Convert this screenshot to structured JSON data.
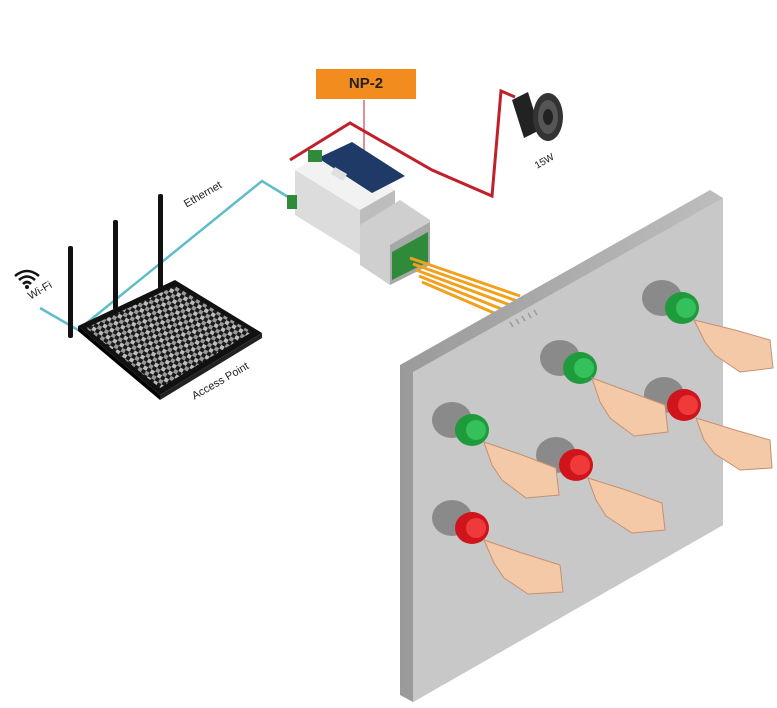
{
  "device_label": "NP-2",
  "ethernet_label": "Ethernet",
  "wifi_label": "Wi-Fi",
  "access_point_label": "Access Point",
  "speaker_label": "15W",
  "colors": {
    "orange": "#f28c1e",
    "speaker_wire": "#c0202a",
    "ethernet_wire": "#5fbcc8",
    "button_green": "#1f9a3c",
    "button_red": "#d0141b",
    "panel": "#c8c8c8"
  },
  "buttons": [
    "green",
    "green",
    "green",
    "red",
    "red",
    "red"
  ]
}
